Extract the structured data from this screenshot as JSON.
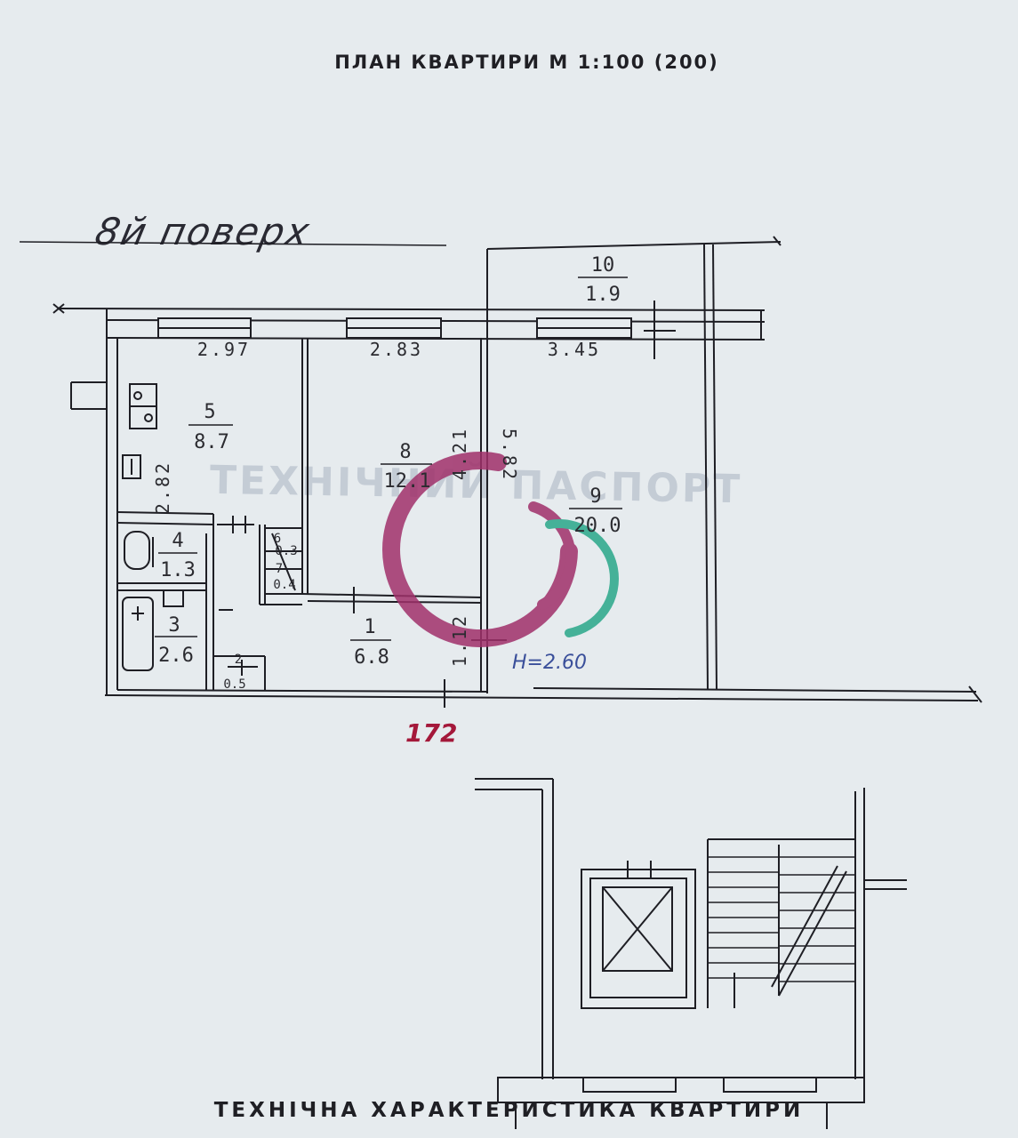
{
  "document": {
    "title": "ПЛАН КВАРТИРИ М 1:100 (200)",
    "floor_note": "8й поверх",
    "ceiling_height": "H=2.60",
    "total_area_mark": "172",
    "footer_title": "ТЕХНІЧНА ХАРАКТЕРИСТИКА КВАРТИРИ"
  },
  "rooms": [
    {
      "number": "10",
      "area": "1.9"
    },
    {
      "number": "5",
      "area": "8.7"
    },
    {
      "number": "8",
      "area": "12.1"
    },
    {
      "number": "9",
      "area": "20.0"
    },
    {
      "number": "4",
      "area": "1.3"
    },
    {
      "number": "3",
      "area": "2.6"
    },
    {
      "number": "1",
      "area": "6.8"
    },
    {
      "number": "6",
      "area": "0.3"
    },
    {
      "number": "7",
      "area": "0.4"
    },
    {
      "number": "2",
      "area": "0.5"
    }
  ],
  "dimensions": {
    "kitchen_width": "2.97",
    "room8_width": "2.83",
    "room9_width": "3.45",
    "kitchen_depth": "2.82",
    "room8_depth": "4.21",
    "room9_depth": "5.82",
    "hall_width": "1.12"
  },
  "background": {
    "watermark_text": "ТЕХНІЧНИЙ ПАСПОРТ"
  },
  "colors": {
    "line": "#1e1e24",
    "paper": "#e6ebee",
    "logo_primary": "#a0306a",
    "logo_accent": "#2aa88a"
  }
}
